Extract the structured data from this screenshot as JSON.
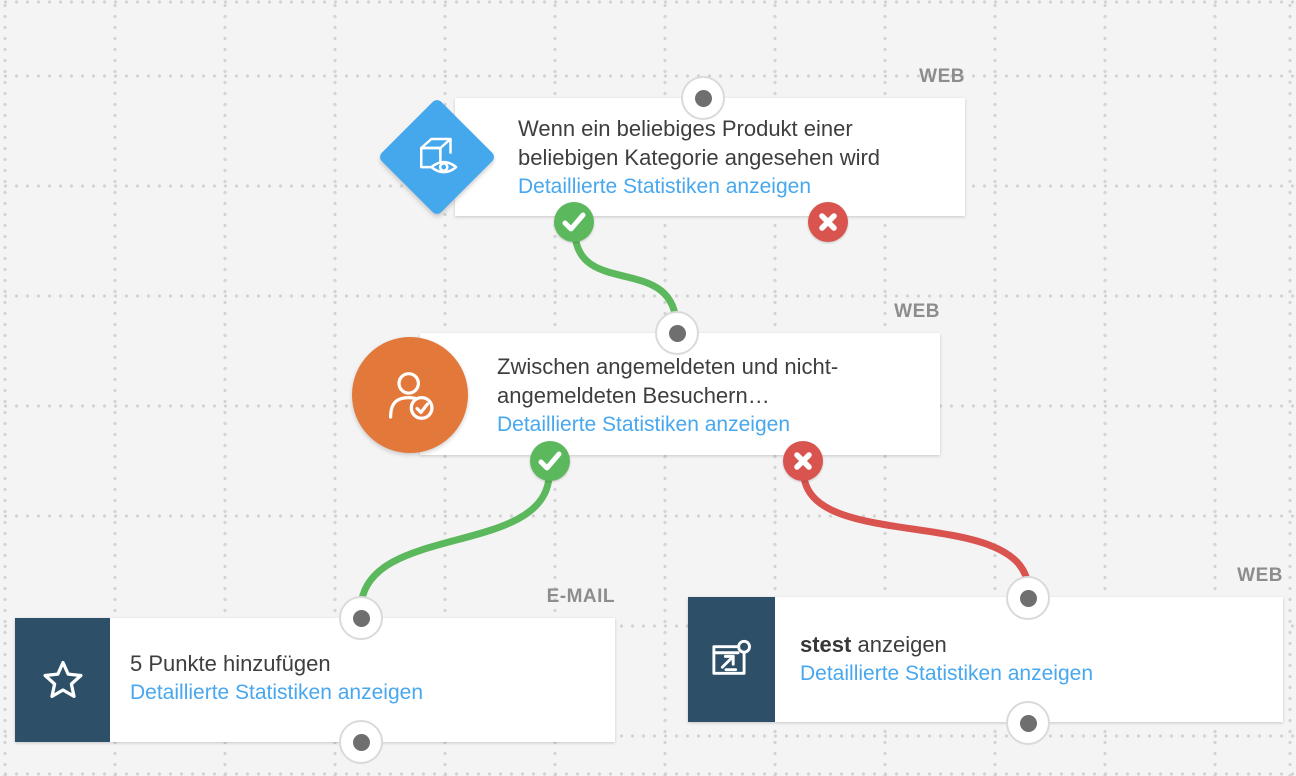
{
  "canvas": {
    "background": "#f4f4f4",
    "grid_dot_color": "#d2d2d2"
  },
  "nodes": [
    {
      "type_label": "WEB",
      "icon": "product-view-icon",
      "icon_color": "#45a7ec",
      "title_lines": [
        "Wenn ein beliebiges Produkt einer",
        "beliebigen Kategorie angesehen wird"
      ],
      "link_label": "Detaillierte Statistiken anzeigen",
      "ports": [
        "in",
        "yes",
        "no"
      ]
    },
    {
      "type_label": "WEB",
      "icon": "user-check-icon",
      "icon_color": "#e2793b",
      "title_lines": [
        "Zwischen angemeldeten und nicht-",
        "angemeldeten Besuchern…"
      ],
      "link_label": "Detaillierte Statistiken anzeigen",
      "ports": [
        "in",
        "yes",
        "no"
      ]
    },
    {
      "type_label": "E-MAIL",
      "icon": "star-icon",
      "icon_color": "#2d5068",
      "title_lines": [
        "5 Punkte hinzufügen"
      ],
      "link_label": "Detaillierte Statistiken anzeigen",
      "ports": [
        "in",
        "out"
      ]
    },
    {
      "type_label": "WEB",
      "icon": "popup-window-icon",
      "icon_color": "#2d5068",
      "title_bold": "stest",
      "title_rest": "anzeigen",
      "link_label": "Detaillierte Statistiken anzeigen",
      "ports": [
        "in",
        "out"
      ]
    }
  ],
  "connections": [
    {
      "from": "node-1-yes",
      "to": "node-2-in",
      "status": "success",
      "color": "#5cb85c"
    },
    {
      "from": "node-2-yes",
      "to": "node-3-in",
      "status": "success",
      "color": "#5cb85c"
    },
    {
      "from": "node-2-no",
      "to": "node-4-in",
      "status": "error",
      "color": "#d9534f"
    }
  ],
  "colors": {
    "success_green": "#5cb85c",
    "error_red": "#d9534f",
    "link_blue": "#47a7ef",
    "label_gray": "#8d8d8d",
    "text_dark": "#3e3e3e",
    "connector_dot": "#6f6f6f"
  }
}
